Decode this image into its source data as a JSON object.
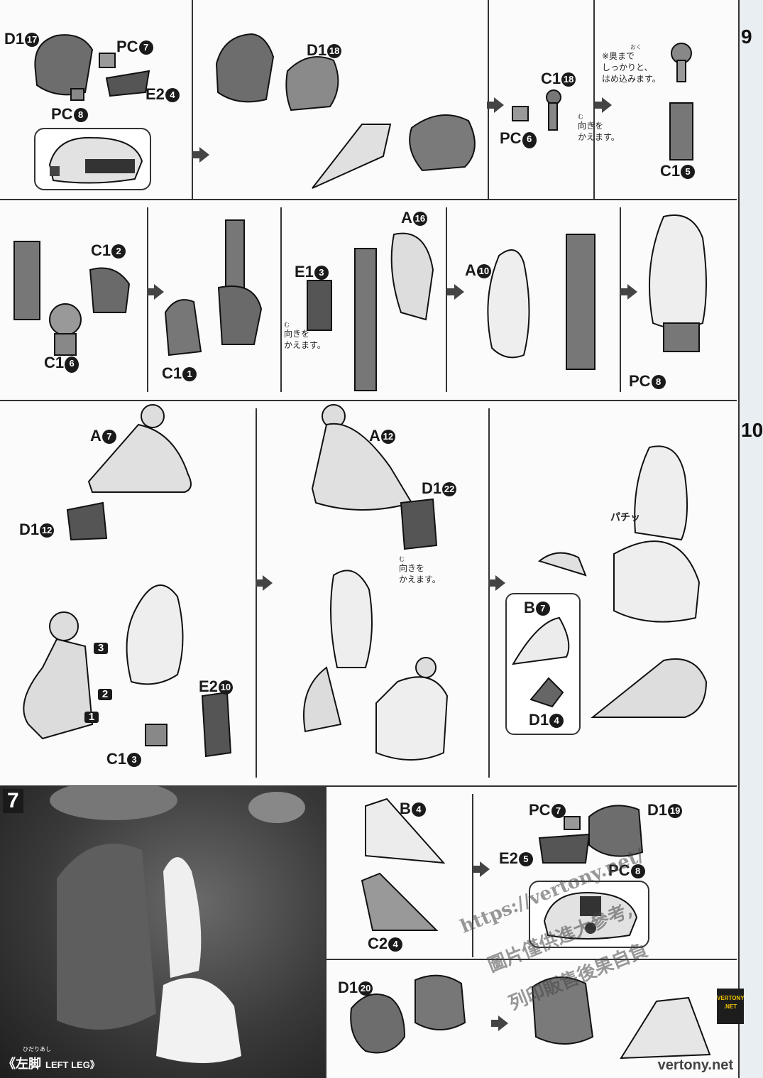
{
  "section": {
    "photo_caption": {
      "ruby": "ひだりあし",
      "title": "《左脚",
      "english": "LEFT LEG》"
    },
    "step_number": "7",
    "side_steps": [
      "9",
      "10"
    ]
  },
  "labels": {
    "d1_17": "D1",
    "n17": "17",
    "pc7_a": "PC",
    "n7a": "7",
    "e2_4": "E2",
    "n4a": "4",
    "pc8_a": "PC",
    "n8a": "8",
    "d1_18": "D1",
    "n18": "18",
    "c1_18": "C1",
    "n18b": "18",
    "pc6": "PC",
    "n6": "6",
    "c1_5": "C1",
    "n5": "5",
    "c1_2": "C1",
    "n2": "2",
    "c1_6": "C1",
    "n6b": "6",
    "c1_1": "C1",
    "n1": "1",
    "e1_3": "E1",
    "n3": "3",
    "a16": "A",
    "n16": "16",
    "a10": "A",
    "n10": "10",
    "pc8_b": "PC",
    "n8b": "8",
    "a7": "A",
    "n7": "7",
    "d1_12": "D1",
    "n12": "12",
    "a12": "A",
    "n12b": "12",
    "d1_22": "D1",
    "n22": "22",
    "e2_10": "E2",
    "n10b": "10",
    "c1_3": "C1",
    "n3b": "3",
    "b7": "B",
    "n7b": "7",
    "d1_4": "D1",
    "n4b": "4",
    "b4": "B",
    "n4c": "4",
    "c2_4": "C2",
    "n4d": "4",
    "pc7_b": "PC",
    "n7c": "7",
    "d1_19": "D1",
    "n19": "19",
    "e2_5": "E2",
    "n5b": "5",
    "pc8_c": "PC",
    "n8c": "8",
    "d1_20": "D1",
    "n20": "20"
  },
  "notes": {
    "push_ruby": "おく",
    "push_line1": "※奥まで",
    "push_line2": "しっかりと、",
    "push_line3": "はめ込みます。",
    "rotate_ruby": "む",
    "rotate_line1": "向きを",
    "rotate_line2": "かえます。",
    "snap": "パチッ",
    "order": [
      "3",
      "2",
      "1"
    ]
  },
  "watermark": {
    "line1": "https://vertony.net/",
    "line2": "圖片僅供進大參考,",
    "line3": "列印販售後果自負",
    "bottom": "vertony.net",
    "logo_top": "VERTONY",
    "logo_bottom": ".NET"
  }
}
